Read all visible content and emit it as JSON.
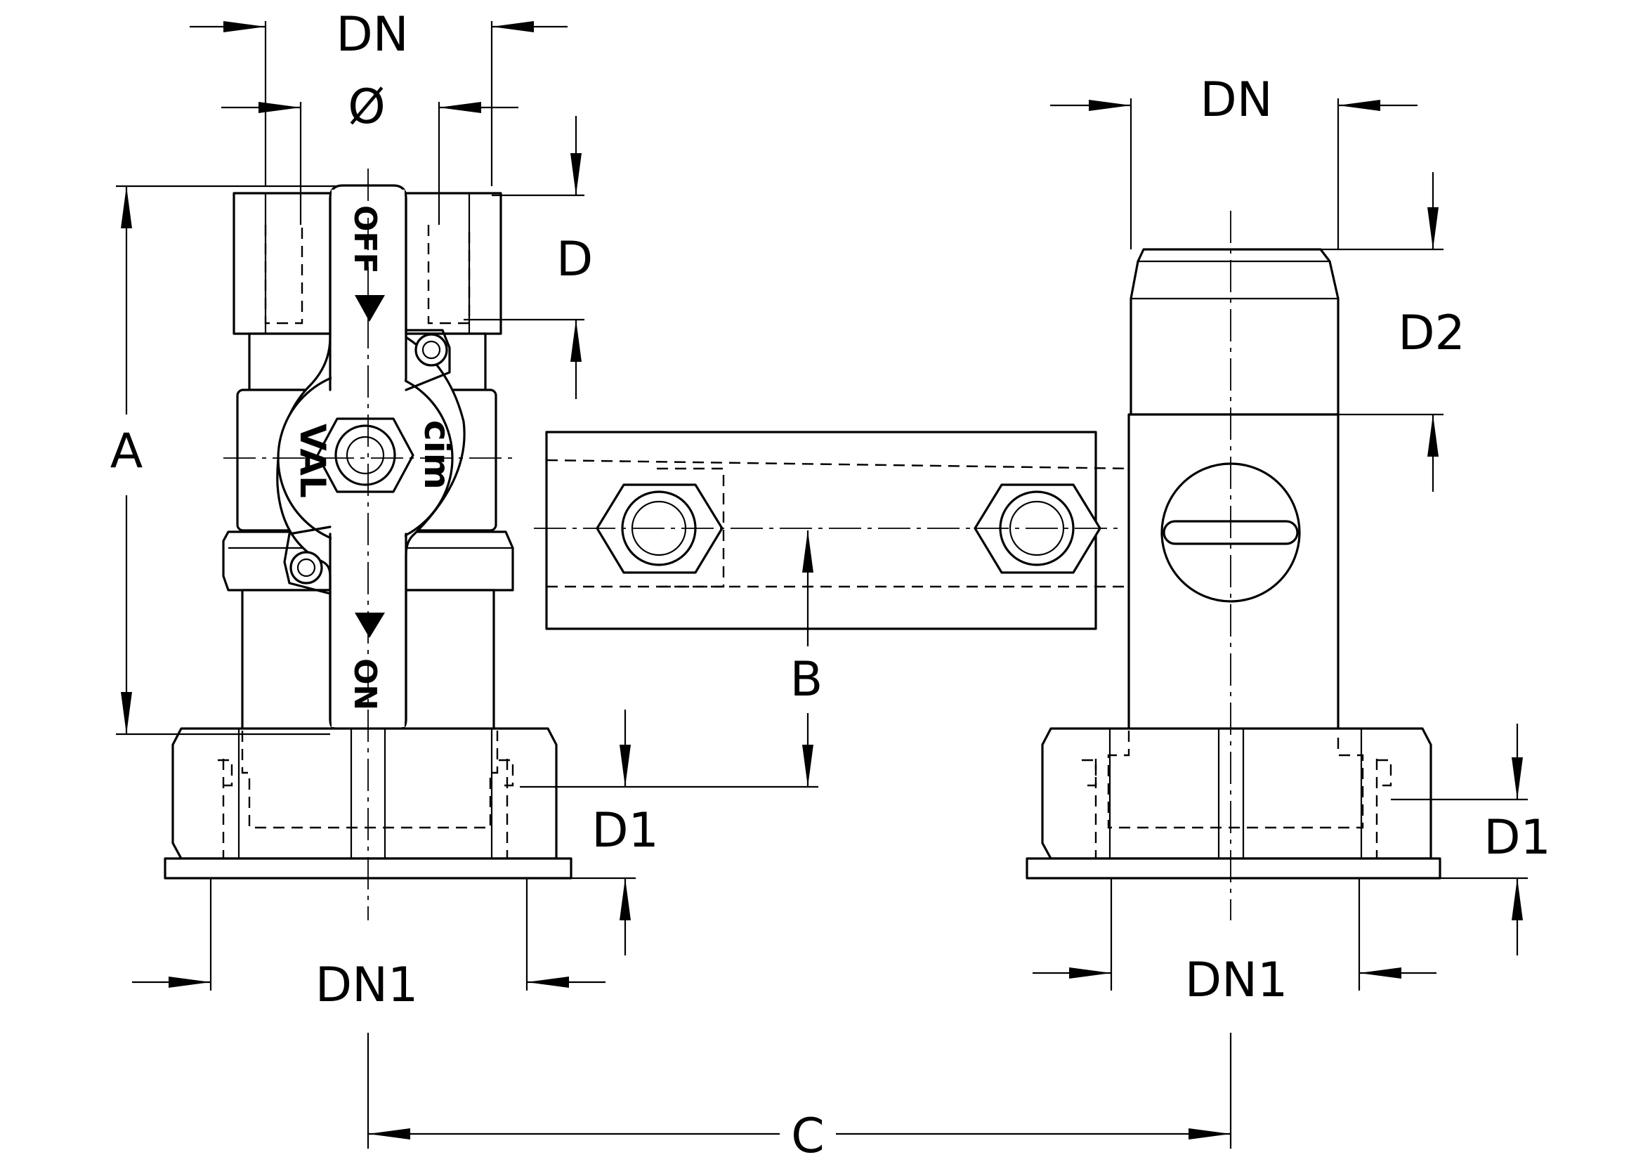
{
  "dimensions": {
    "dn_top_left": "DN",
    "diameter": "Ø",
    "d": "D",
    "a": "A",
    "dn_top_right": "DN",
    "d2": "D2",
    "b": "B",
    "d1_left": "D1",
    "d1_right": "D1",
    "dn1_left": "DN1",
    "dn1_right": "DN1",
    "c": "C"
  },
  "handle": {
    "off_label": "OFF",
    "on_label": "ON",
    "brand_left": "VAL",
    "brand_right": "cim"
  }
}
